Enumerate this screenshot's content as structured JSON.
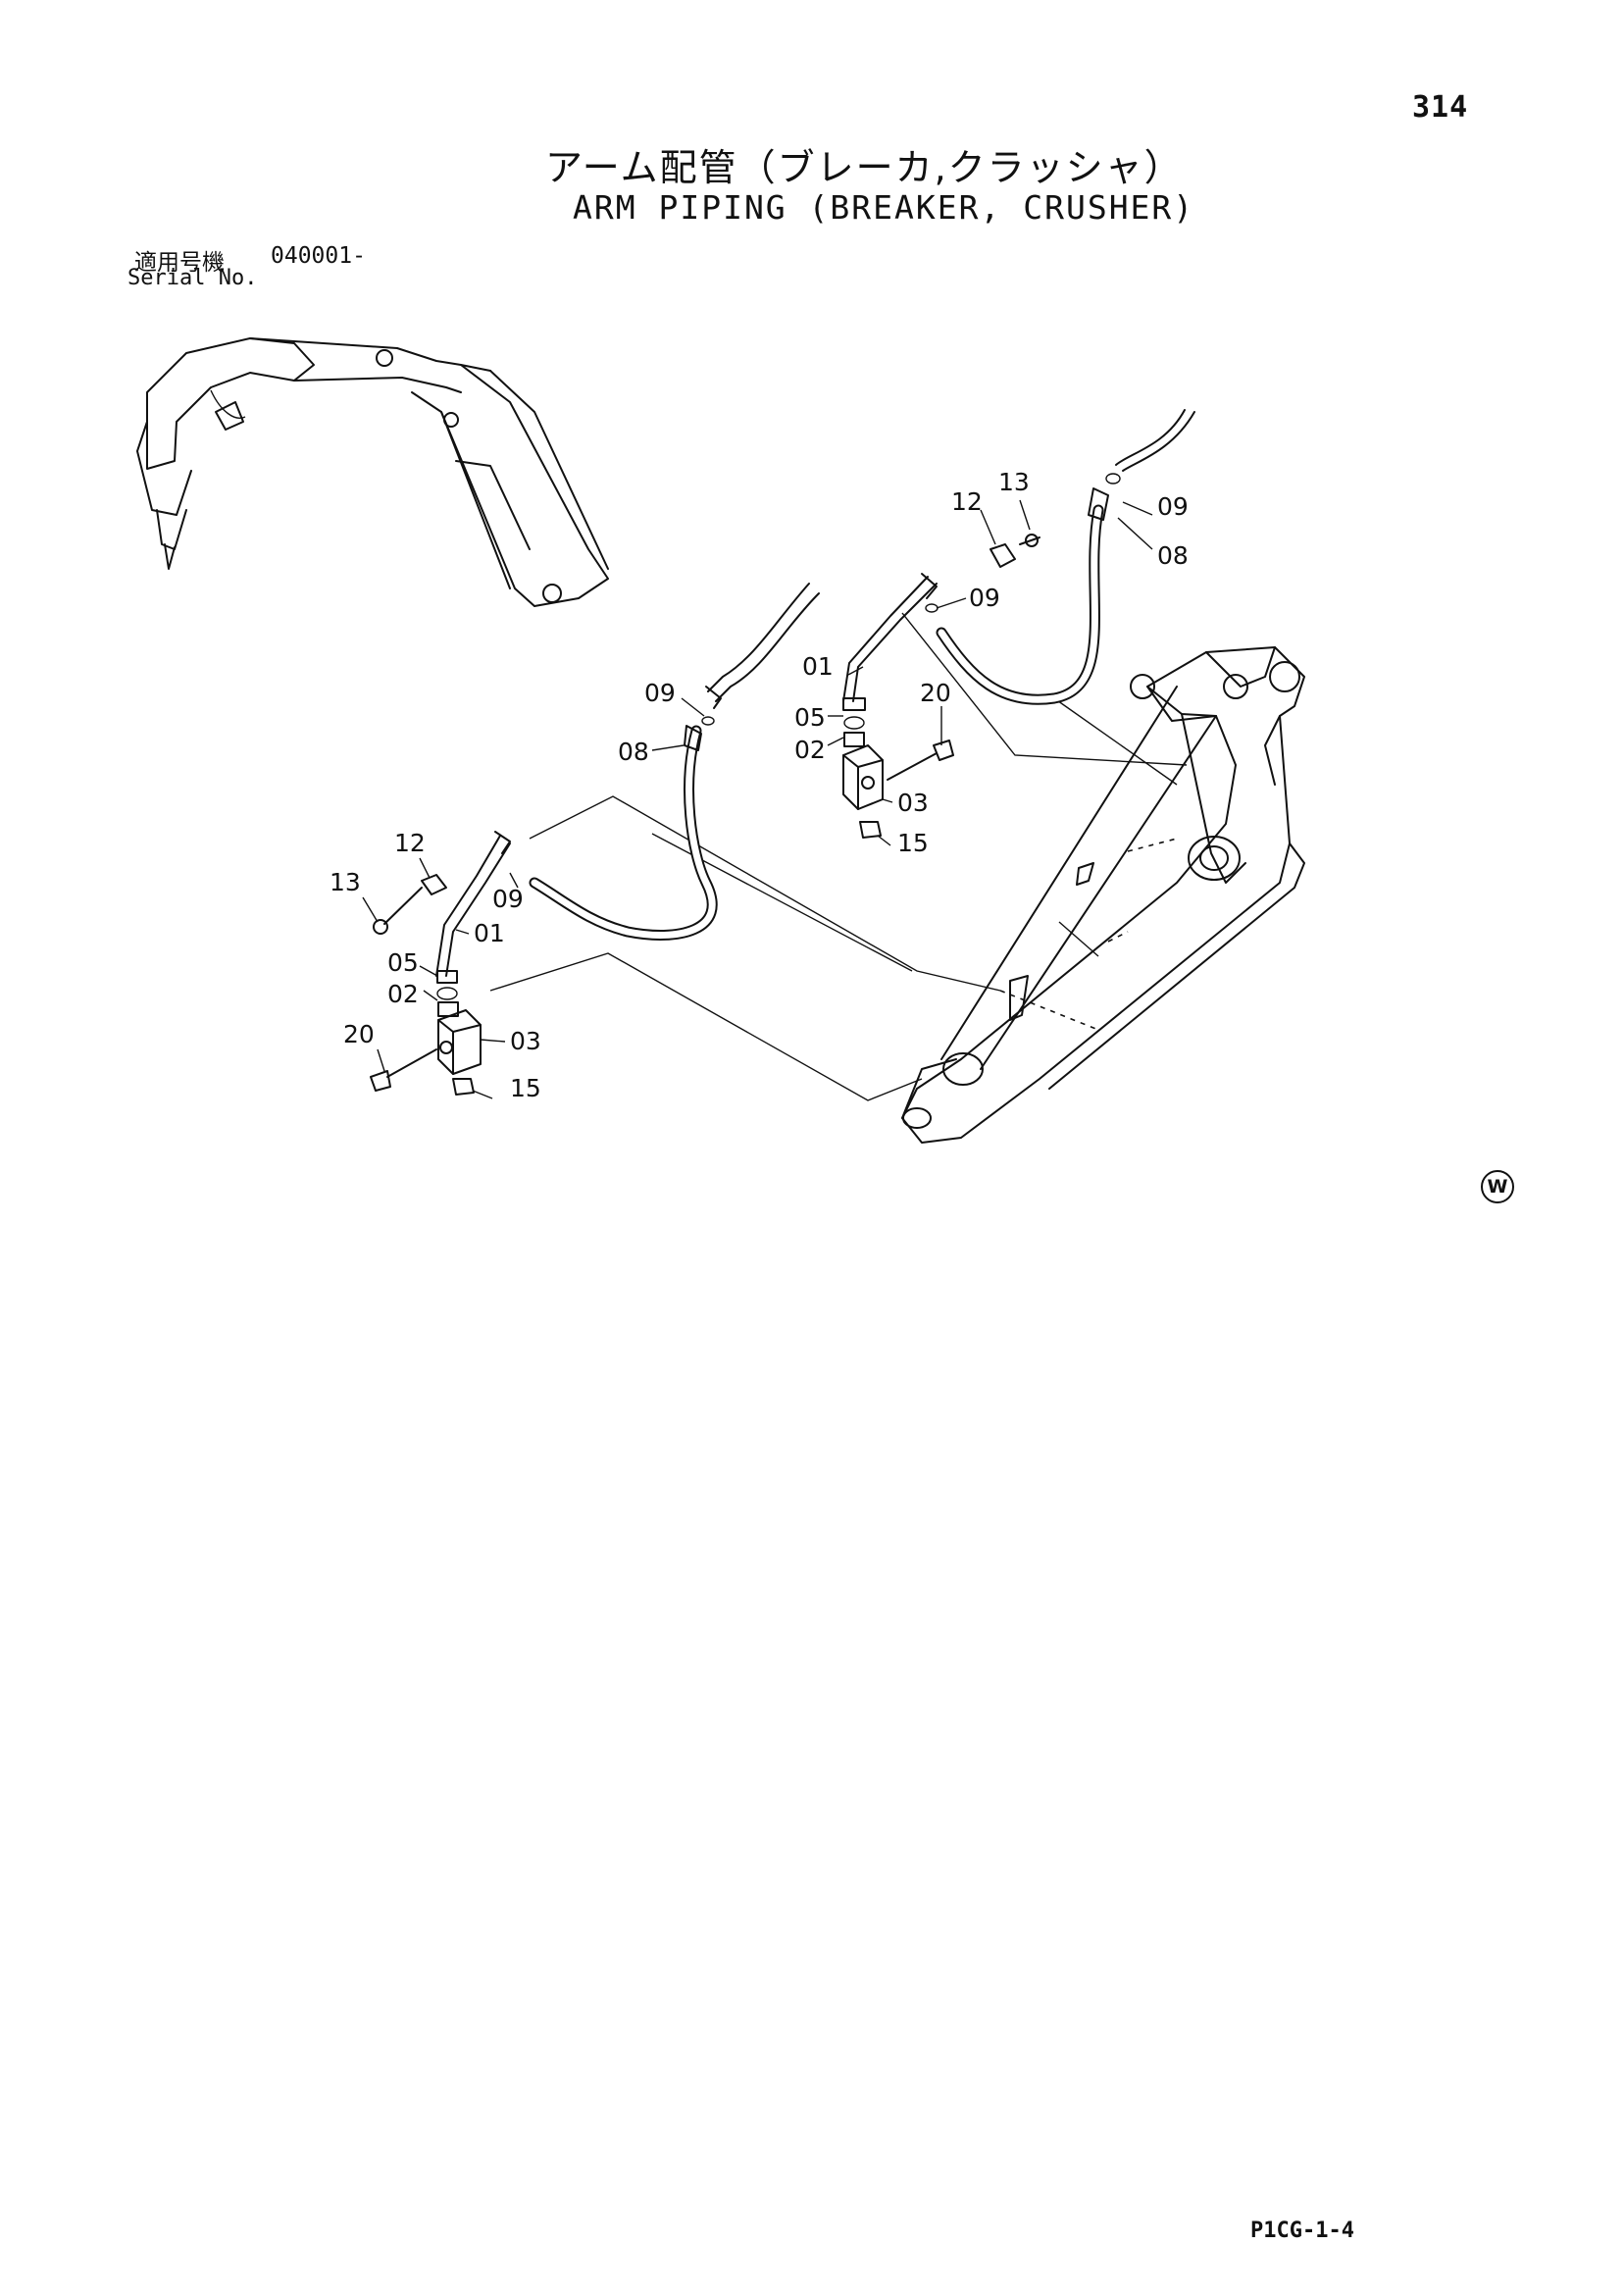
{
  "page": {
    "number": "314",
    "title_ja": "アーム配管（ブレーカ,クラッシャ）",
    "title_en": "ARM PIPING (BREAKER, CRUSHER)",
    "serial_label_ja": "適用号機",
    "serial_value": "040001-",
    "serial_label_en": "Serial No.",
    "variant_mark": "W",
    "footer_code": "P1CG-1-4"
  },
  "callouts": {
    "c13_top": "13",
    "c12_top": "12",
    "c09_top_r": "09",
    "c08_top_r": "08",
    "c09_mid": "09",
    "c01_top": "01",
    "c20_top": "20",
    "c05_top": "05",
    "c02_top": "02",
    "c03_top": "03",
    "c15_top": "15",
    "c09_left": "09",
    "c08_left": "08",
    "c12_bot": "12",
    "c13_bot": "13",
    "c09_bot": "09",
    "c01_bot": "01",
    "c05_bot": "05",
    "c02_bot": "02",
    "c20_bot": "20",
    "c03_bot": "03",
    "c15_bot": "15"
  }
}
